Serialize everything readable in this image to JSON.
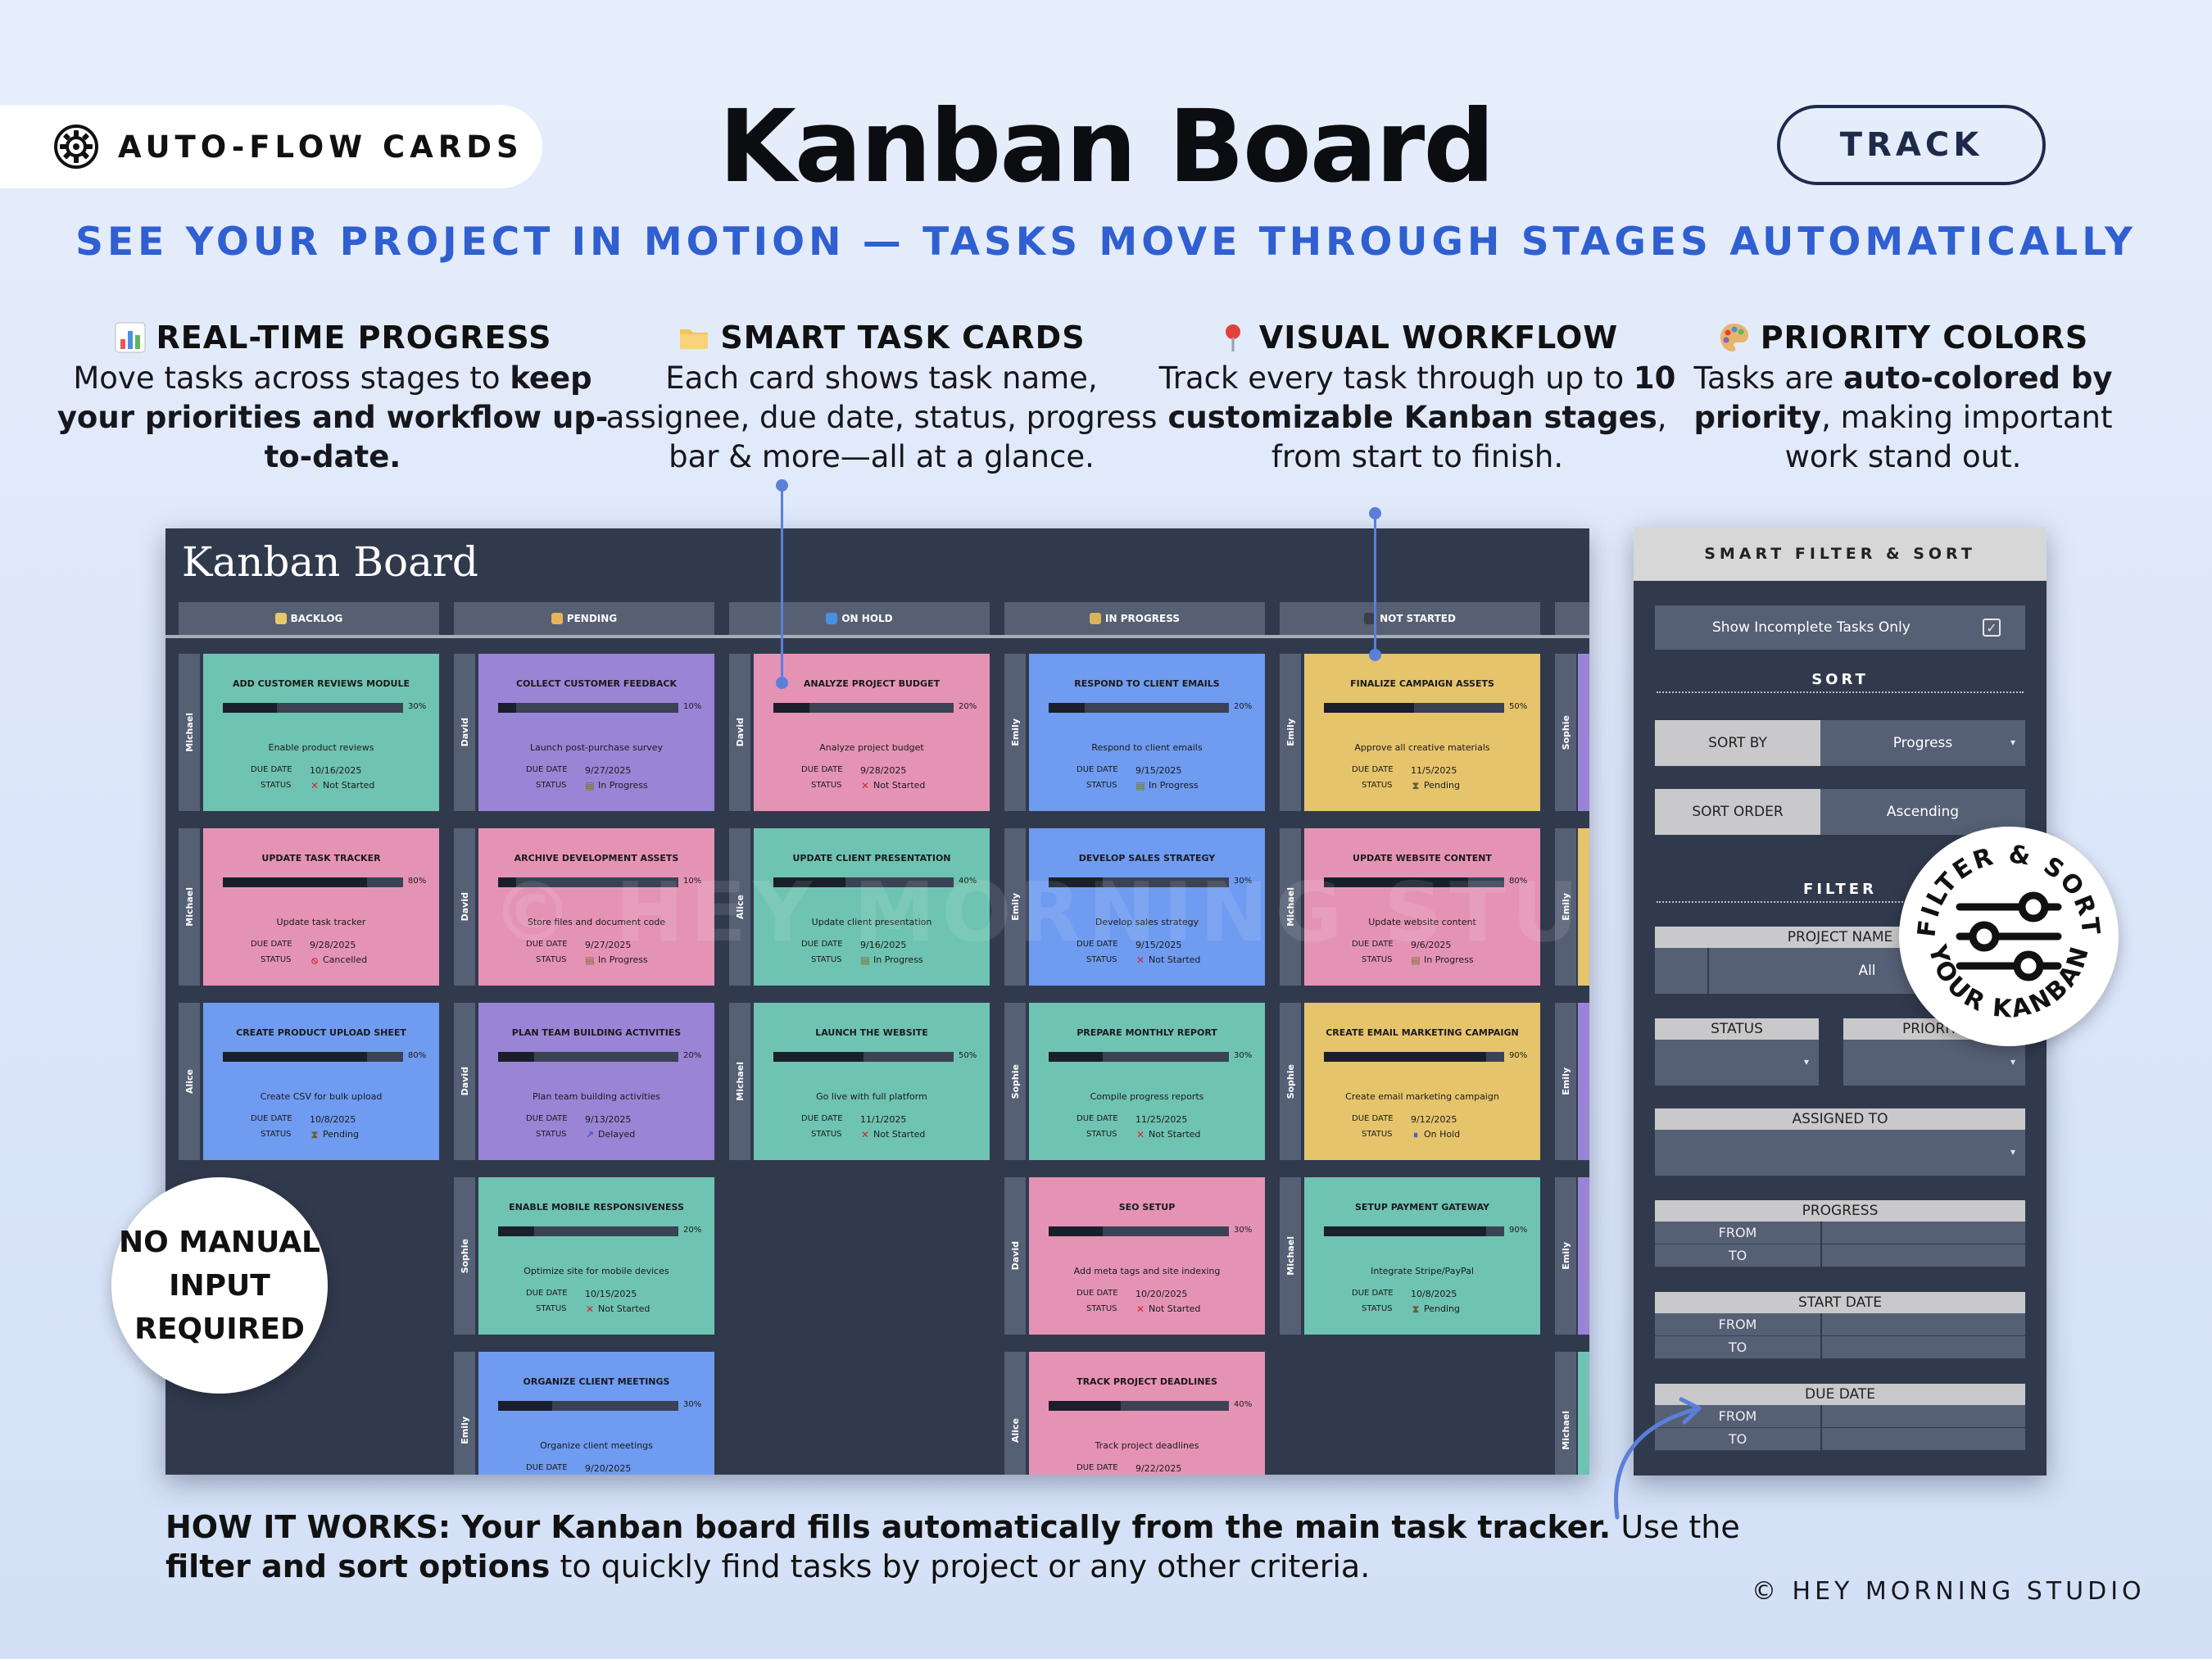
{
  "header": {
    "pill_label": "AUTO-FLOW CARDS",
    "title": "Kanban Board",
    "track_label": "TRACK",
    "subtitle": "SEE YOUR PROJECT IN MOTION — TASKS MOVE THROUGH STAGES AUTOMATICALLY"
  },
  "features": [
    {
      "icon": "bar-chart-icon",
      "title": "REAL-TIME PROGRESS",
      "desc_a": "Move tasks across stages to ",
      "desc_b": "keep your priorities and workflow up-to-date.",
      "desc_c": ""
    },
    {
      "icon": "folder-icon",
      "title": "SMART TASK CARDS",
      "desc_a": "Each card shows task name, assignee, due date, status, progress bar & more—all at a glance.",
      "desc_b": "",
      "desc_c": ""
    },
    {
      "icon": "pin-icon",
      "title": "VISUAL WORKFLOW",
      "desc_a": "Track every task through up to ",
      "desc_b": "10 customizable Kanban stages",
      "desc_c": ", from start to finish."
    },
    {
      "icon": "palette-icon",
      "title": "PRIORITY COLORS",
      "desc_a": "Tasks are ",
      "desc_b": "auto-colored by priority",
      "desc_c": ", making important work stand out."
    }
  ],
  "board": {
    "title": "Kanban Board",
    "watermark": "© HEY MORNING STUDIO",
    "columns": [
      {
        "label": "BACKLOG",
        "icon_color": "#e8c66a"
      },
      {
        "label": "PENDING",
        "icon_color": "#e7b45b"
      },
      {
        "label": "ON HOLD",
        "icon_color": "#4a90e2"
      },
      {
        "label": "IN PROGRESS",
        "icon_color": "#d9b25a"
      },
      {
        "label": "NOT STARTED",
        "icon_color": "#3a3f4b"
      }
    ],
    "due_label": "DUE DATE",
    "status_label": "STATUS",
    "cards": [
      [
        {
          "assignee": "Michael",
          "title": "ADD CUSTOMER REVIEWS MODULE",
          "progress": 30,
          "pct": "30%",
          "note": "Enable product reviews",
          "due": "10/16/2025",
          "status": "Not Started",
          "status_icon": "x",
          "color": "#6fc3b2"
        },
        {
          "assignee": "Michael",
          "title": "UPDATE TASK TRACKER",
          "progress": 80,
          "pct": "80%",
          "note": "Update task tracker",
          "due": "9/28/2025",
          "status": "Cancelled",
          "status_icon": "cancel",
          "color": "#e593b5"
        },
        {
          "assignee": "Alice",
          "title": "CREATE PRODUCT UPLOAD SHEET",
          "progress": 80,
          "pct": "80%",
          "note": "Create CSV for bulk upload",
          "due": "10/8/2025",
          "status": "Pending",
          "status_icon": "hourglass",
          "color": "#6f9bf0"
        }
      ],
      [
        {
          "assignee": "David",
          "title": "COLLECT CUSTOMER FEEDBACK",
          "progress": 10,
          "pct": "10%",
          "note": "Launch post-purchase survey",
          "due": "9/27/2025",
          "status": "In Progress",
          "status_icon": "progress",
          "color": "#9a84d6"
        },
        {
          "assignee": "David",
          "title": "ARCHIVE DEVELOPMENT ASSETS",
          "progress": 10,
          "pct": "10%",
          "note": "Store files and document code",
          "due": "9/27/2025",
          "status": "In Progress",
          "status_icon": "progress",
          "color": "#e593b5"
        },
        {
          "assignee": "David",
          "title": "PLAN TEAM BUILDING ACTIVITIES",
          "progress": 20,
          "pct": "20%",
          "note": "Plan team building activities",
          "due": "9/13/2025",
          "status": "Delayed",
          "status_icon": "delayed",
          "color": "#9a84d6"
        },
        {
          "assignee": "Sophie",
          "title": "ENABLE MOBILE RESPONSIVENESS",
          "progress": 20,
          "pct": "20%",
          "note": "Optimize site for mobile devices",
          "due": "10/15/2025",
          "status": "Not Started",
          "status_icon": "x",
          "color": "#6fc3b2"
        },
        {
          "assignee": "Emily",
          "title": "ORGANIZE CLIENT MEETINGS",
          "progress": 30,
          "pct": "30%",
          "note": "Organize client meetings",
          "due": "9/20/2025",
          "status": "",
          "status_icon": "",
          "color": "#6f9bf0"
        }
      ],
      [
        {
          "assignee": "David",
          "title": "ANALYZE PROJECT BUDGET",
          "progress": 20,
          "pct": "20%",
          "note": "Analyze project budget",
          "due": "9/28/2025",
          "status": "Not Started",
          "status_icon": "x",
          "color": "#e593b5"
        },
        {
          "assignee": "Alice",
          "title": "UPDATE CLIENT PRESENTATION",
          "progress": 40,
          "pct": "40%",
          "note": "Update client presentation",
          "due": "9/16/2025",
          "status": "In Progress",
          "status_icon": "progress",
          "color": "#6fc3b2"
        },
        {
          "assignee": "Michael",
          "title": "LAUNCH THE WEBSITE",
          "progress": 50,
          "pct": "50%",
          "note": "Go live with full platform",
          "due": "11/1/2025",
          "status": "Not Started",
          "status_icon": "x",
          "color": "#6fc3b2"
        }
      ],
      [
        {
          "assignee": "Emily",
          "title": "RESPOND TO CLIENT EMAILS",
          "progress": 20,
          "pct": "20%",
          "note": "Respond to client emails",
          "due": "9/15/2025",
          "status": "In Progress",
          "status_icon": "progress",
          "color": "#6f9bf0"
        },
        {
          "assignee": "Emily",
          "title": "DEVELOP SALES STRATEGY",
          "progress": 30,
          "pct": "30%",
          "note": "Develop sales strategy",
          "due": "9/15/2025",
          "status": "Not Started",
          "status_icon": "x",
          "color": "#6f9bf0"
        },
        {
          "assignee": "Sophie",
          "title": "PREPARE MONTHLY REPORT",
          "progress": 30,
          "pct": "30%",
          "note": "Compile progress reports",
          "due": "11/25/2025",
          "status": "Not Started",
          "status_icon": "x",
          "color": "#6fc3b2"
        },
        {
          "assignee": "David",
          "title": "SEO SETUP",
          "progress": 30,
          "pct": "30%",
          "note": "Add meta tags and site indexing",
          "due": "10/20/2025",
          "status": "Not Started",
          "status_icon": "x",
          "color": "#e593b5"
        },
        {
          "assignee": "Alice",
          "title": "TRACK PROJECT DEADLINES",
          "progress": 40,
          "pct": "40%",
          "note": "Track project deadlines",
          "due": "9/22/2025",
          "status": "",
          "status_icon": "",
          "color": "#e593b5"
        }
      ],
      [
        {
          "assignee": "Emily",
          "title": "FINALIZE CAMPAIGN ASSETS",
          "progress": 50,
          "pct": "50%",
          "note": "Approve all creative materials",
          "due": "11/5/2025",
          "status": "Pending",
          "status_icon": "hourglass",
          "color": "#e6c46c"
        },
        {
          "assignee": "Michael",
          "title": "UPDATE WEBSITE CONTENT",
          "progress": 80,
          "pct": "80%",
          "note": "Update website content",
          "due": "9/6/2025",
          "status": "In Progress",
          "status_icon": "progress",
          "color": "#e593b5"
        },
        {
          "assignee": "Sophie",
          "title": "CREATE EMAIL MARKETING CAMPAIGN",
          "progress": 90,
          "pct": "90%",
          "note": "Create email marketing campaign",
          "due": "9/12/2025",
          "status": "On Hold",
          "status_icon": "onhold",
          "color": "#e6c46c"
        },
        {
          "assignee": "Michael",
          "title": "SETUP PAYMENT GATEWAY",
          "progress": 90,
          "pct": "90%",
          "note": "Integrate Stripe/PayPal",
          "due": "10/8/2025",
          "status": "Pending",
          "status_icon": "hourglass",
          "color": "#6fc3b2"
        }
      ],
      [
        {
          "assignee": "Sophie",
          "color": "#9a84d6"
        },
        {
          "assignee": "Emily",
          "color": "#e6c46c"
        },
        {
          "assignee": "Emily",
          "color": "#9a84d6"
        },
        {
          "assignee": "Emily",
          "color": "#9a84d6"
        },
        {
          "assignee": "Michael",
          "color": "#6fc3b2"
        }
      ]
    ]
  },
  "filter_panel": {
    "title": "SMART FILTER & SORT",
    "incomplete_label": "Show Incomplete Tasks Only",
    "incomplete_checked": true,
    "sort_section": "SORT",
    "sort_by_label": "SORT BY",
    "sort_by_value": "Progress",
    "sort_order_label": "SORT ORDER",
    "sort_order_value": "Ascending",
    "filter_section": "FILTER",
    "project_name_label": "PROJECT NAME",
    "project_name_value": "All",
    "status_label": "STATUS",
    "priority_label": "PRIORITY",
    "assigned_label": "ASSIGNED TO",
    "progress_label": "PROGRESS",
    "start_date_label": "START DATE",
    "due_date_label": "DUE DATE",
    "from_label": "FROM",
    "to_label": "TO"
  },
  "badges": {
    "no_manual_lines": [
      "NO MANUAL",
      "INPUT",
      "REQUIRED"
    ],
    "filter_sort_top": "FILTER & SORT",
    "filter_sort_bottom": "YOUR KANBAN"
  },
  "footer": {
    "how_bold": "HOW IT WORKS: Your Kanban board fills automatically from the main task tracker.",
    "how_text_1": " Use the ",
    "how_bold_2": "filter and sort options",
    "how_text_2": " to quickly find tasks by project or any other criteria.",
    "copyright": "© HEY MORNING STUDIO"
  }
}
